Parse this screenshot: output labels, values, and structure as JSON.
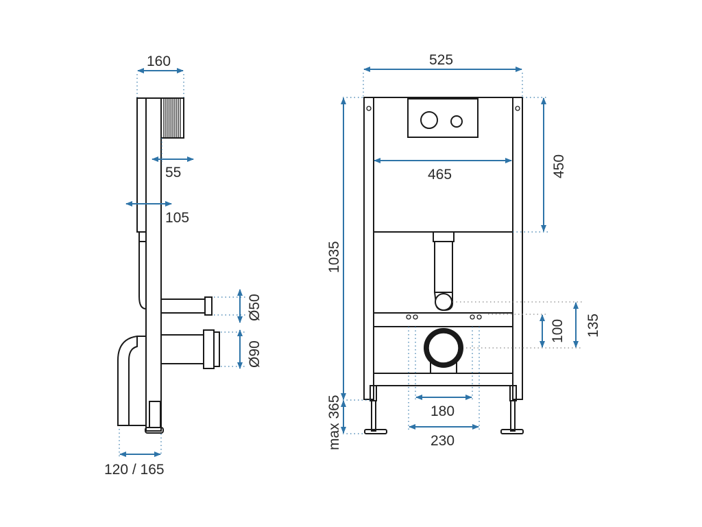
{
  "side_view": {
    "dim_width_top": "160",
    "dim_panel_depth": "55",
    "dim_frame_depth": "105",
    "dim_outlet_offset": "120 / 165",
    "dim_pipe_small": "Ø50",
    "dim_pipe_large": "Ø90"
  },
  "front_view": {
    "dim_overall_width": "525",
    "dim_tank_width": "465",
    "dim_tank_height": "450",
    "dim_total_height": "1035",
    "dim_leg_height": "max 365",
    "dim_inner_spacing": "180",
    "dim_outer_spacing": "230",
    "dim_inlet_height": "135",
    "dim_outlet_height": "100"
  }
}
